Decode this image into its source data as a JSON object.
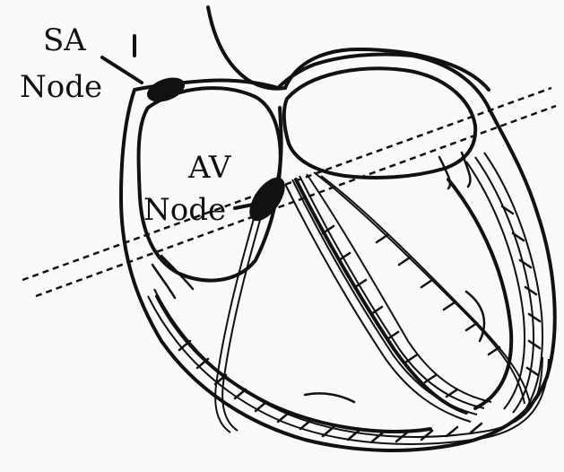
{
  "labels": {
    "sa_line1": "SA",
    "sa_line2": "Node",
    "av_line1": "AV",
    "av_line2": "Node"
  },
  "colors": {
    "ink": "#111111",
    "paper": "#fafafa"
  }
}
